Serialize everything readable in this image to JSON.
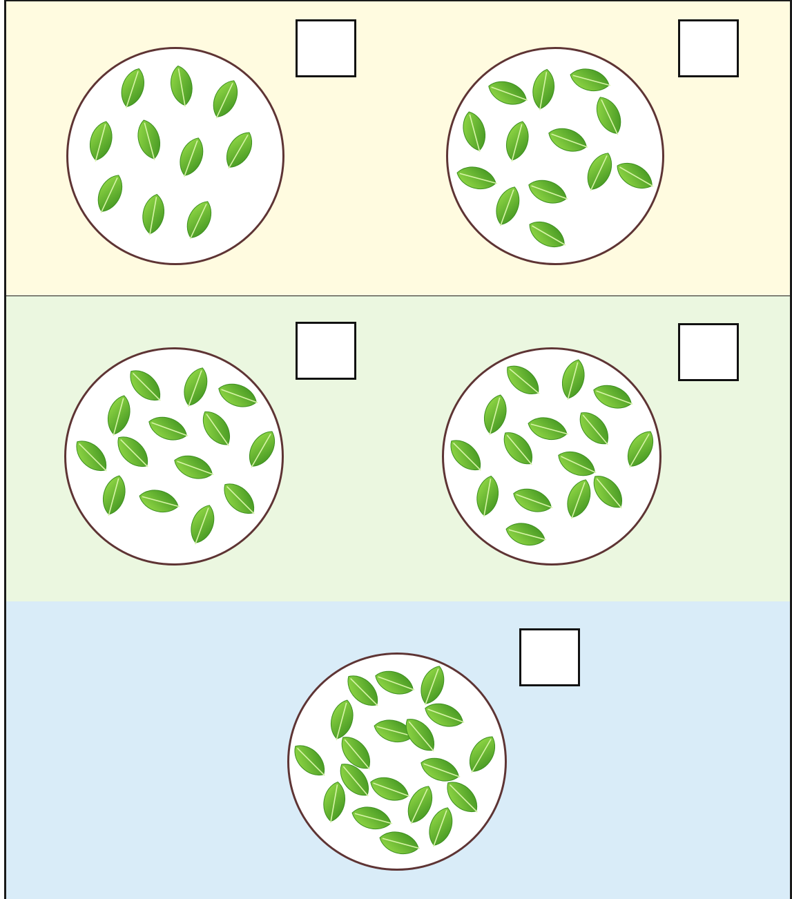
{
  "colors": {
    "band_top": "#fffbe0",
    "band_middle": "#ebf7e0",
    "band_bottom": "#d9ecf8",
    "circle_border": "#5e3434",
    "leaf_light": "#9be04a",
    "leaf_dark": "#3b8f1e",
    "leaf_vein": "#d8f5a8"
  },
  "icon": "leaf-icon",
  "groups": [
    {
      "band": "top",
      "leaf_count": 10,
      "answer": ""
    },
    {
      "band": "top",
      "leaf_count": 13,
      "answer": ""
    },
    {
      "band": "middle",
      "leaf_count": 14,
      "answer": ""
    },
    {
      "band": "middle",
      "leaf_count": 15,
      "answer": ""
    },
    {
      "band": "bottom",
      "leaf_count": 19,
      "answer": ""
    }
  ]
}
